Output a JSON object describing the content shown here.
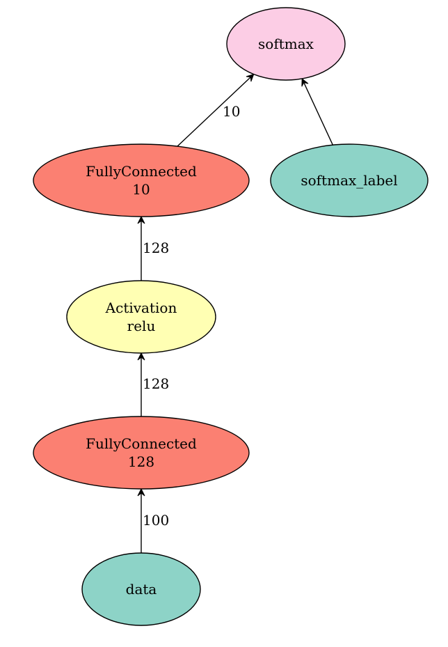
{
  "nodes": [
    {
      "id": "softmax",
      "lines": [
        "softmax"
      ],
      "fill": "#fccde5"
    },
    {
      "id": "fc10",
      "lines": [
        "FullyConnected",
        "10"
      ],
      "fill": "#fb8072"
    },
    {
      "id": "softmax_label",
      "lines": [
        "softmax_label"
      ],
      "fill": "#8dd3c7"
    },
    {
      "id": "relu",
      "lines": [
        "Activation",
        "relu"
      ],
      "fill": "#ffffb3"
    },
    {
      "id": "fc128",
      "lines": [
        "FullyConnected",
        "128"
      ],
      "fill": "#fb8072"
    },
    {
      "id": "data",
      "lines": [
        "data"
      ],
      "fill": "#8dd3c7"
    }
  ],
  "edges": [
    {
      "from": "fc10",
      "to": "softmax",
      "label": "10"
    },
    {
      "from": "softmax_label",
      "to": "softmax",
      "label": ""
    },
    {
      "from": "relu",
      "to": "fc10",
      "label": "128"
    },
    {
      "from": "fc128",
      "to": "relu",
      "label": "128"
    },
    {
      "from": "data",
      "to": "fc128",
      "label": "100"
    }
  ]
}
